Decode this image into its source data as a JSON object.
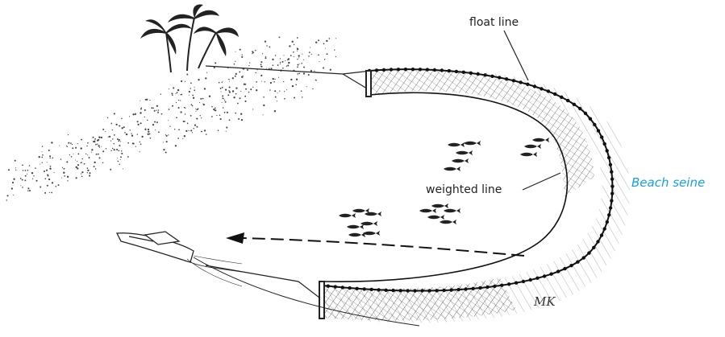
{
  "labels": {
    "float_line": "float line",
    "weighted_line": "weighted line",
    "title": "Beach seine",
    "signature": "MK"
  },
  "colors": {
    "ink": "#222222",
    "caption": "#1a9fd6"
  },
  "icons": [
    "palm-tree-icon",
    "fish-icon",
    "boat-icon",
    "arrow-left-icon"
  ]
}
